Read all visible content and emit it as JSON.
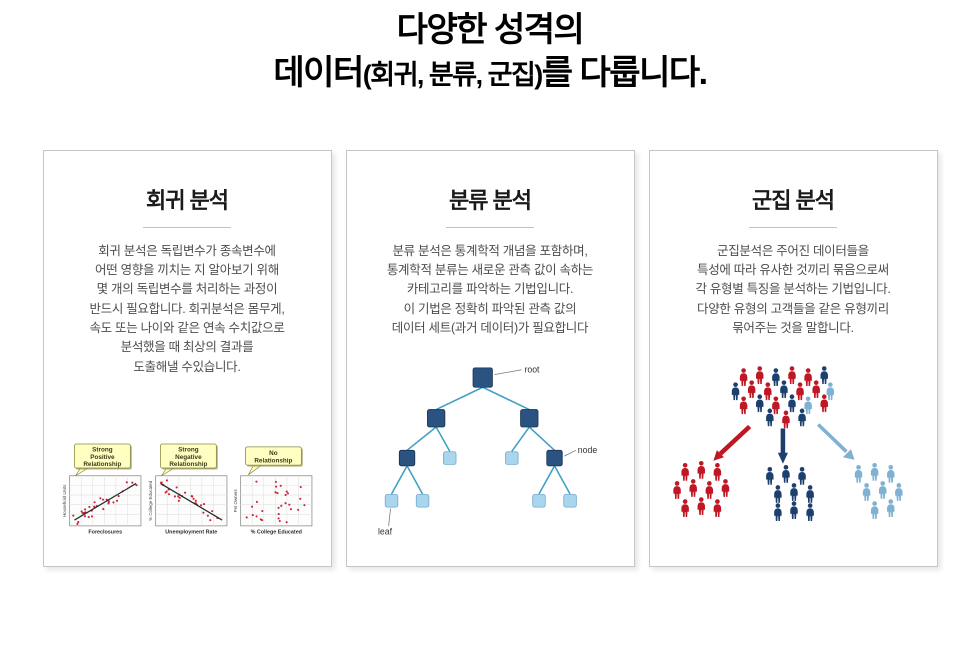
{
  "header": {
    "line1": "다양한 성격의",
    "line2_prefix": "데이터",
    "line2_paren": "(회귀, 분류, 군집)",
    "line2_suffix": "를 다룹니다."
  },
  "cards": [
    {
      "title": "회귀 분석",
      "body": "회귀 분석은 독립변수가 종속변수에\n어떤 영향을 끼치는 지 알아보기 위해\n몇 개의 독립변수를 처리하는 과정이\n반드시 필요합니다. 회귀분석은 몸무게,\n속도 또는 나이와 같은 연속 수치값으로\n분석했을 때 최상의 결과를\n도출해낼 수있습니다."
    },
    {
      "title": "분류 분석",
      "body": "분류 분석은 통계학적 개념을 포함하며,\n통계학적 분류는 새로운 관측 값이 속하는\n카테고리를 파악하는 기법입니다.\n이 기법은 정확히 파악된 관측 값의\n데이터 세트(과거 데이터)가 필요합니다"
    },
    {
      "title": "군집 분석",
      "body": "군집분석은 주어진 데이터들을\n특성에 따라 유사한 것끼리 묶음으로써\n각 유형별 특징을 분석하는 기법입니다.\n다양한 유형의 고객들을 같은 유형끼리\n묶어주는 것을 말합니다."
    }
  ],
  "figures": {
    "regression": {
      "plots": [
        {
          "callout_lines": [
            "Strong",
            "Positive",
            "Relationship"
          ],
          "xlabel": "Foreclosures",
          "ylabel": "Household Units",
          "trend": "up"
        },
        {
          "callout_lines": [
            "Strong",
            "Negative",
            "Relationship"
          ],
          "xlabel": "Unemployment Rate",
          "ylabel": "% College Educated",
          "trend": "down"
        },
        {
          "callout_lines": [
            "No",
            "Relationship"
          ],
          "xlabel": "% College Educated",
          "ylabel": "Pet Owners",
          "trend": "flat"
        }
      ],
      "dot_color": "#cc2233",
      "callout_bg": "#ffffc2",
      "callout_border": "#8a8a40"
    },
    "classification": {
      "labels": {
        "root": "root",
        "node": "node",
        "leaf": "leaf"
      },
      "node_dark": "#2b5382",
      "node_light": "#a9d6ee",
      "line_color": "#3f9fc4"
    },
    "clustering": {
      "colors": {
        "red": "#c01724",
        "dark_blue": "#1d3f6e",
        "light_blue": "#7fb1d2"
      }
    }
  }
}
